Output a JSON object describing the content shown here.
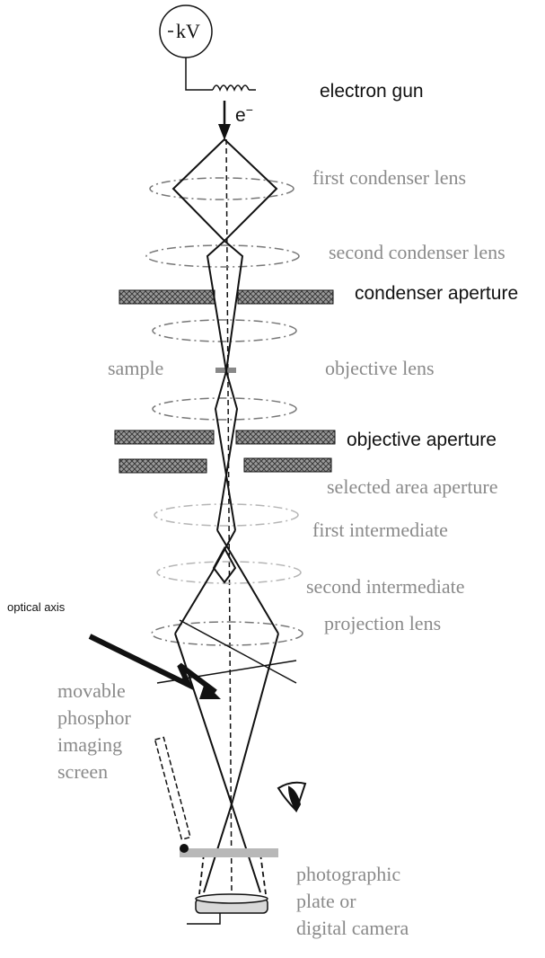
{
  "source": {
    "voltage_label": "kV",
    "gun_label": "electron gun",
    "electron_label": "e",
    "electron_sup": "−"
  },
  "labels": {
    "first_condenser": "first condenser lens",
    "second_condenser": "second condenser lens",
    "condenser_aperture": "condenser aperture",
    "sample": "sample",
    "objective_lens": "objective lens",
    "objective_aperture": "objective aperture",
    "selected_area_aperture": "selected area aperture",
    "first_intermediate": "first intermediate",
    "second_intermediate": "second intermediate",
    "optical_axis": "optical axis",
    "projection_lens": "projection lens",
    "screen_line1": "movable",
    "screen_line2": "phosphor",
    "screen_line3": "imaging",
    "screen_line4": "screen",
    "camera_line1": "photographic",
    "camera_line2": "plate or",
    "camera_line3": "digital camera"
  },
  "colors": {
    "ink": "#111111",
    "gray_text": "#8a8a8a",
    "lens_ellipse": "#777777",
    "light_ellipse": "#b5b5b5",
    "aperture_fill": "#8c8c8c",
    "screen_gray": "#b8b8b8"
  }
}
